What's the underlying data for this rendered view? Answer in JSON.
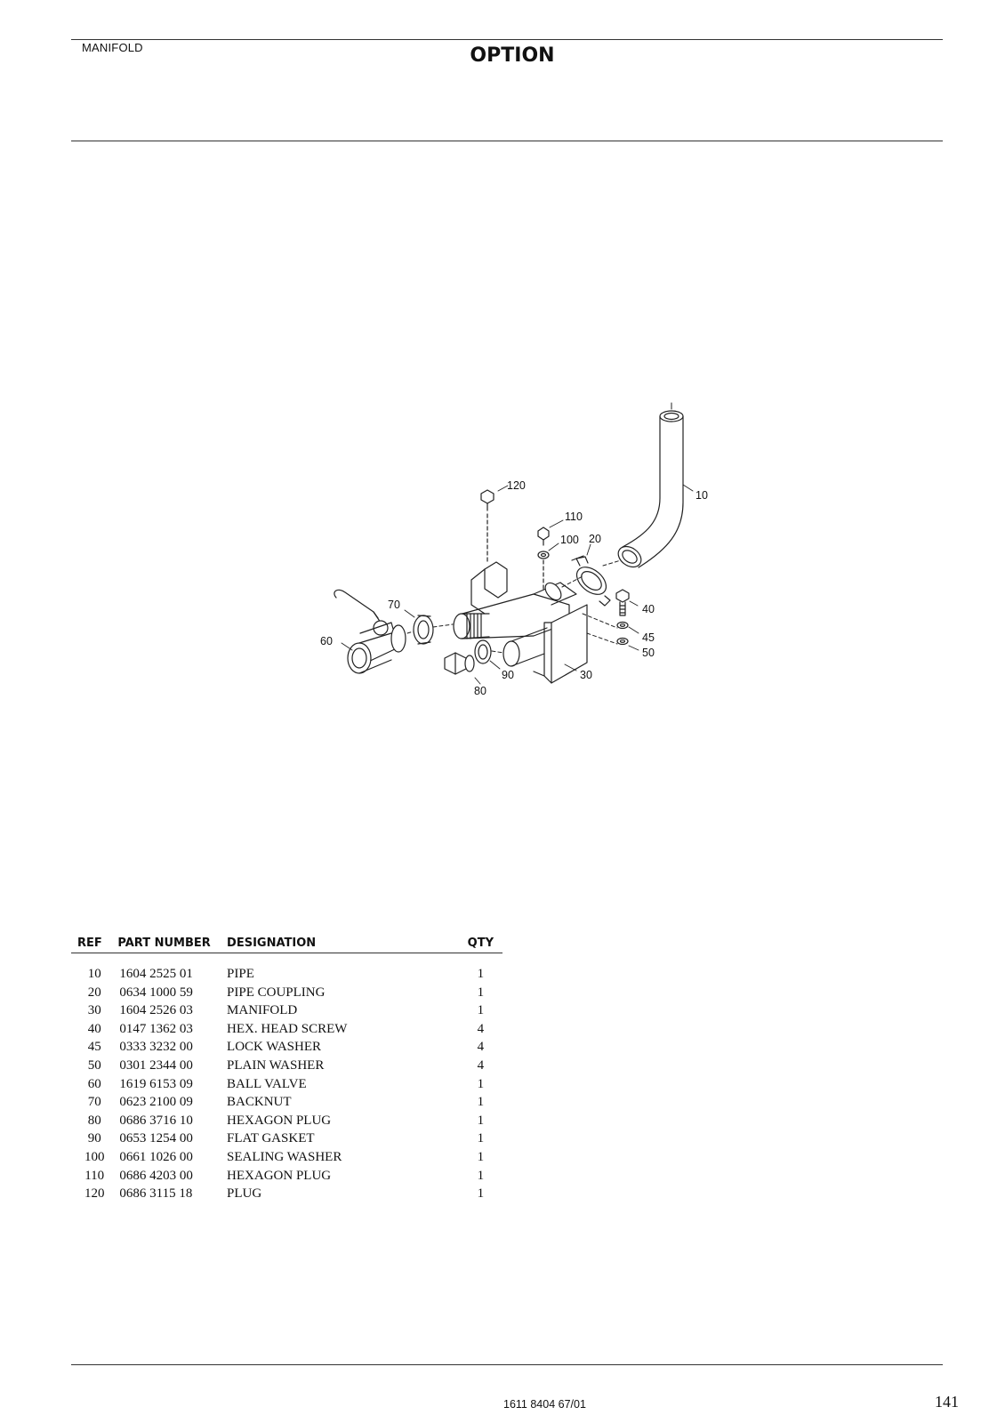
{
  "header": {
    "section": "MANIFOLD",
    "title": "OPTION"
  },
  "diagram": {
    "callouts": [
      "10",
      "20",
      "30",
      "40",
      "45",
      "50",
      "60",
      "70",
      "80",
      "90",
      "100",
      "110",
      "120"
    ]
  },
  "table": {
    "columns": [
      "REF",
      "PART NUMBER",
      "DESIGNATION",
      "QTY"
    ],
    "rows": [
      {
        "ref": "10",
        "part": "1604 2525 01",
        "designation": "PIPE",
        "qty": "1"
      },
      {
        "ref": "20",
        "part": "0634 1000 59",
        "designation": "PIPE COUPLING",
        "qty": "1"
      },
      {
        "ref": "30",
        "part": "1604 2526 03",
        "designation": "MANIFOLD",
        "qty": "1"
      },
      {
        "ref": "40",
        "part": "0147 1362 03",
        "designation": "HEX. HEAD SCREW",
        "qty": "4"
      },
      {
        "ref": "45",
        "part": "0333 3232 00",
        "designation": "LOCK WASHER",
        "qty": "4"
      },
      {
        "ref": "50",
        "part": "0301 2344 00",
        "designation": "PLAIN WASHER",
        "qty": "4"
      },
      {
        "ref": "60",
        "part": "1619 6153 09",
        "designation": "BALL VALVE",
        "qty": "1"
      },
      {
        "ref": "70",
        "part": "0623 2100 09",
        "designation": "BACKNUT",
        "qty": "1"
      },
      {
        "ref": "80",
        "part": "0686 3716 10",
        "designation": "HEXAGON PLUG",
        "qty": "1"
      },
      {
        "ref": "90",
        "part": "0653 1254 00",
        "designation": "FLAT GASKET",
        "qty": "1"
      },
      {
        "ref": "100",
        "part": "0661 1026 00",
        "designation": "SEALING WASHER",
        "qty": "1"
      },
      {
        "ref": "110",
        "part": "0686 4203 00",
        "designation": "HEXAGON PLUG",
        "qty": "1"
      },
      {
        "ref": "120",
        "part": "0686 3115 18",
        "designation": "PLUG",
        "qty": "1"
      }
    ]
  },
  "footer": {
    "doc_number": "1611 8404 67/01",
    "page_number": "141"
  }
}
